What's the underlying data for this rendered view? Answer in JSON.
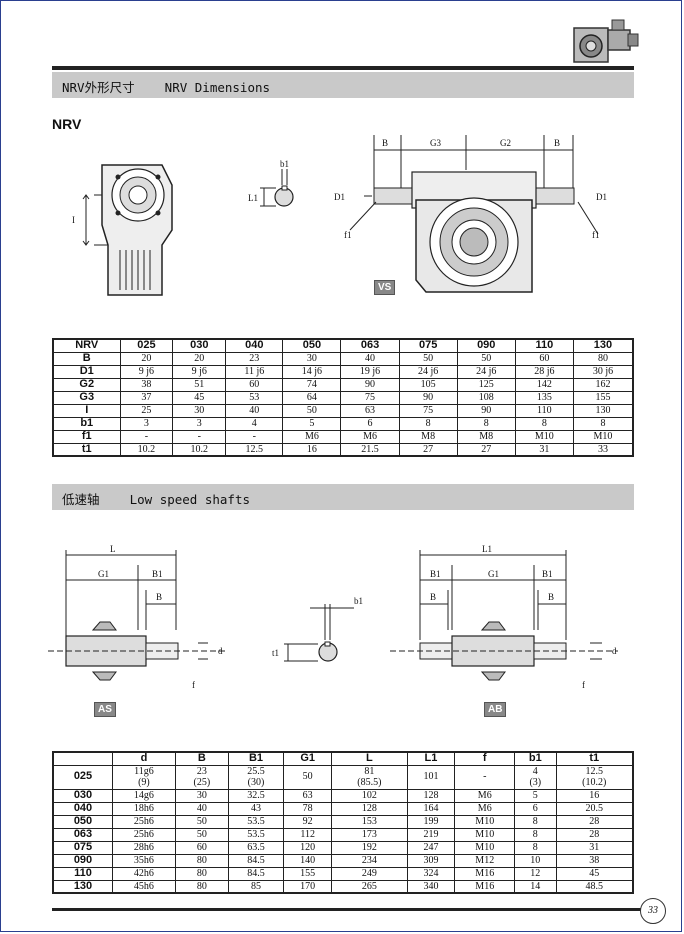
{
  "header": {
    "band1_text": "NRV外形尺寸    NRV Dimensions",
    "section_label": "NRV",
    "band2_text": "低速轴    Low speed shafts",
    "page_number": "33"
  },
  "drawings": {
    "view1_labels": {
      "I": "I"
    },
    "view2_labels": {
      "b1": "b1",
      "L1": "L1"
    },
    "view3_labels": {
      "B_left": "B",
      "G3": "G3",
      "G2": "G2",
      "B_right": "B",
      "D1_left": "D1",
      "D1_right": "D1",
      "f1_left": "f1",
      "f1_right": "f1"
    },
    "vs_badge": "VS",
    "as_view": {
      "L": "L",
      "G1": "G1",
      "B1": "B1",
      "B": "B",
      "d": "d",
      "f": "f"
    },
    "key_view": {
      "b1": "b1",
      "t1": "t1"
    },
    "ab_view": {
      "L1": "L1",
      "B1_left": "B1",
      "G1": "G1",
      "B1_right": "B1",
      "B_left": "B",
      "B_right": "B",
      "d": "d",
      "f": "f"
    },
    "as_badge": "AS",
    "ab_badge": "AB"
  },
  "table1": {
    "headers": [
      "NRV",
      "025",
      "030",
      "040",
      "050",
      "063",
      "075",
      "090",
      "110",
      "130"
    ],
    "rows": [
      [
        "B",
        "20",
        "20",
        "23",
        "30",
        "40",
        "50",
        "50",
        "60",
        "80"
      ],
      [
        "D1",
        "9 j6",
        "9 j6",
        "11 j6",
        "14 j6",
        "19 j6",
        "24 j6",
        "24 j6",
        "28 j6",
        "30 j6"
      ],
      [
        "G2",
        "38",
        "51",
        "60",
        "74",
        "90",
        "105",
        "125",
        "142",
        "162"
      ],
      [
        "G3",
        "37",
        "45",
        "53",
        "64",
        "75",
        "90",
        "108",
        "135",
        "155"
      ],
      [
        "I",
        "25",
        "30",
        "40",
        "50",
        "63",
        "75",
        "90",
        "110",
        "130"
      ],
      [
        "b1",
        "3",
        "3",
        "4",
        "5",
        "6",
        "8",
        "8",
        "8",
        "8"
      ],
      [
        "f1",
        "-",
        "-",
        "-",
        "M6",
        "M6",
        "M8",
        "M8",
        "M10",
        "M10"
      ],
      [
        "t1",
        "10.2",
        "10.2",
        "12.5",
        "16",
        "21.5",
        "27",
        "27",
        "31",
        "33"
      ]
    ]
  },
  "table2": {
    "headers": [
      "",
      "d",
      "B",
      "B1",
      "G1",
      "L",
      "L1",
      "f",
      "b1",
      "t1"
    ],
    "first_row": {
      "size": "025",
      "d": [
        "11g6",
        "(9)"
      ],
      "B": [
        "23",
        "(25)"
      ],
      "B1": [
        "25.5",
        "(30)"
      ],
      "G1": "50",
      "L": [
        "81",
        "(85.5)"
      ],
      "L1": "101",
      "f": "-",
      "b1": [
        "4",
        "(3)"
      ],
      "t1": [
        "12.5",
        "(10.2)"
      ]
    },
    "rows": [
      [
        "030",
        "14g6",
        "30",
        "32.5",
        "63",
        "102",
        "128",
        "M6",
        "5",
        "16"
      ],
      [
        "040",
        "18h6",
        "40",
        "43",
        "78",
        "128",
        "164",
        "M6",
        "6",
        "20.5"
      ],
      [
        "050",
        "25h6",
        "50",
        "53.5",
        "92",
        "153",
        "199",
        "M10",
        "8",
        "28"
      ],
      [
        "063",
        "25h6",
        "50",
        "53.5",
        "112",
        "173",
        "219",
        "M10",
        "8",
        "28"
      ],
      [
        "075",
        "28h6",
        "60",
        "63.5",
        "120",
        "192",
        "247",
        "M10",
        "8",
        "31"
      ],
      [
        "090",
        "35h6",
        "80",
        "84.5",
        "140",
        "234",
        "309",
        "M12",
        "10",
        "38"
      ],
      [
        "110",
        "42h6",
        "80",
        "84.5",
        "155",
        "249",
        "324",
        "M16",
        "12",
        "45"
      ],
      [
        "130",
        "45h6",
        "80",
        "85",
        "170",
        "265",
        "340",
        "M16",
        "14",
        "48.5"
      ]
    ]
  }
}
